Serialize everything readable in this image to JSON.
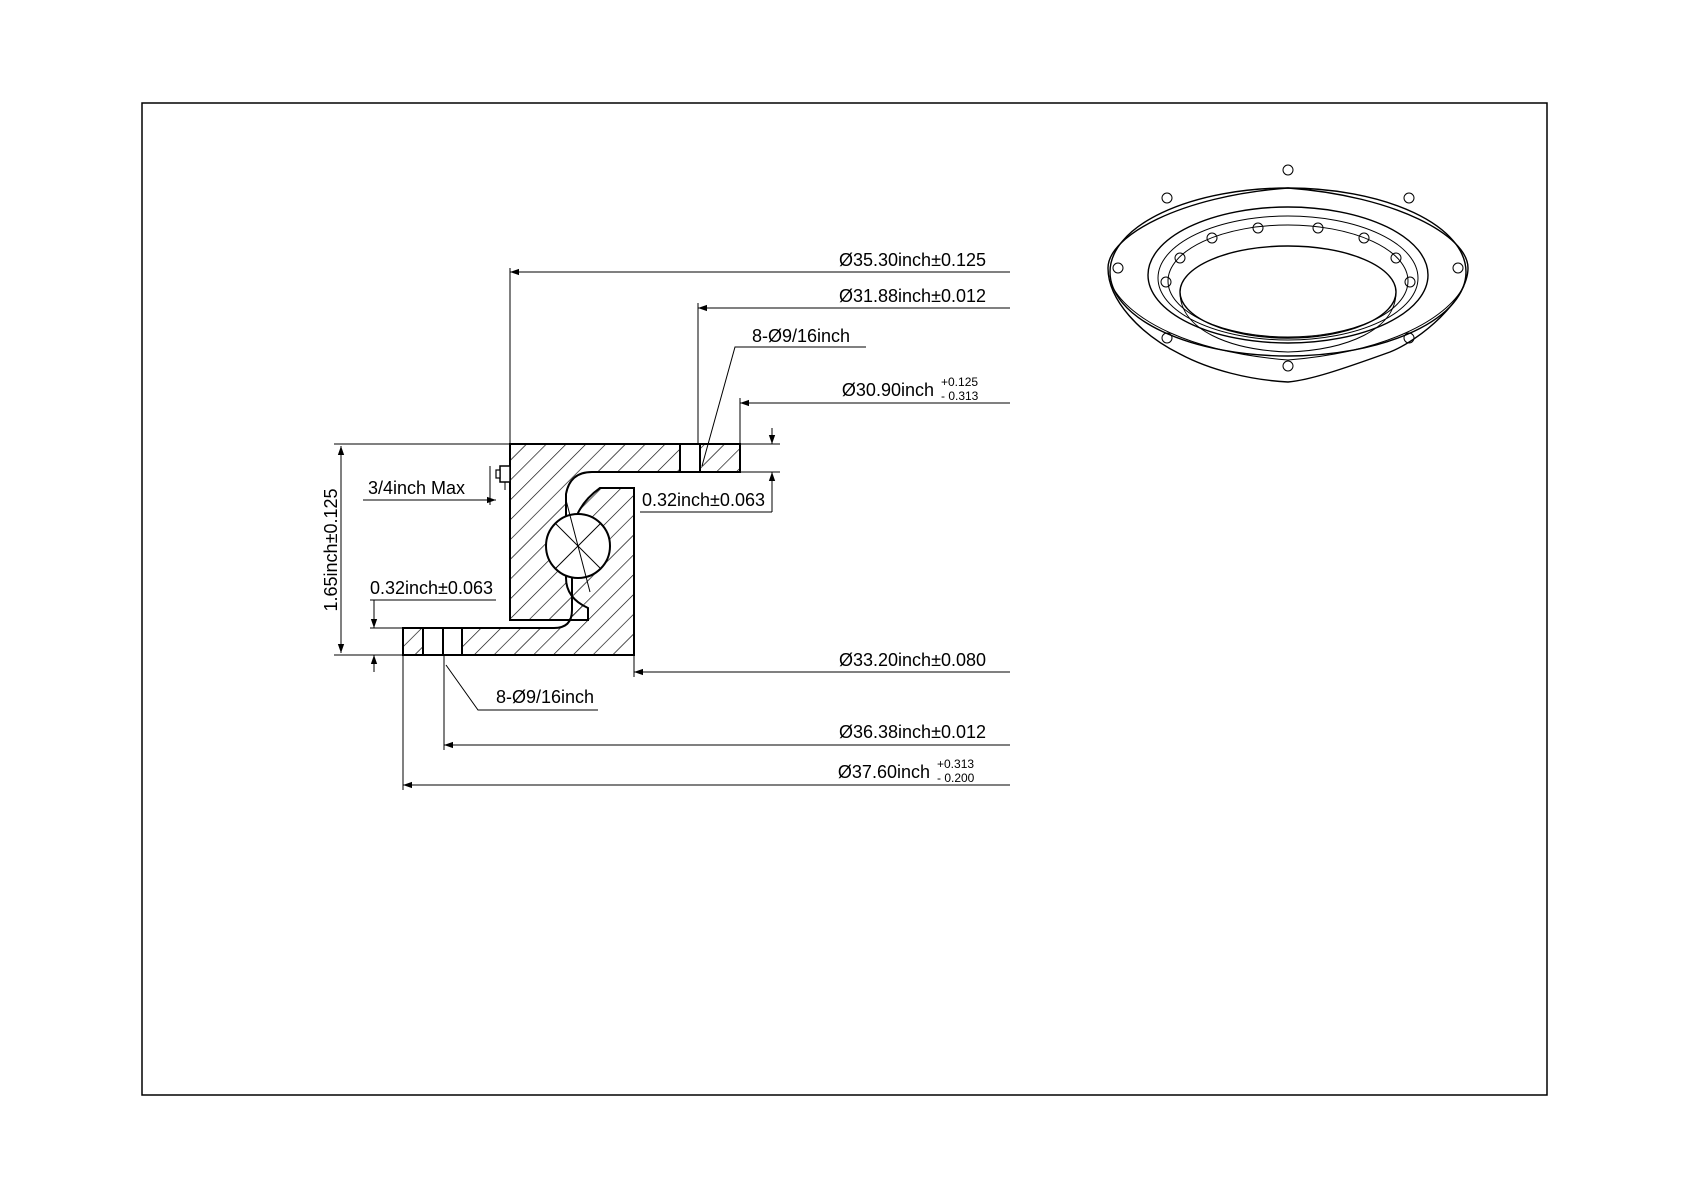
{
  "dimensions": {
    "outer_bolt_circle": "Ø35.30inch±0.125",
    "inner_ring_bolt_circle": "Ø31.88inch±0.012",
    "top_holes": "8-Ø9/16inch",
    "inner_bore": "Ø30.90inch",
    "inner_bore_tol_upper": "+0.125",
    "inner_bore_tol_lower": "- 0.313",
    "top_flange_thickness": "0.32inch±0.063",
    "height": "1.65inch±0.125",
    "grease_fitting": "3/4inch Max",
    "bottom_flange_thickness": "0.32inch±0.063",
    "ring_od": "Ø33.20inch±0.080",
    "bottom_holes": "8-Ø9/16inch",
    "outer_ring_bolt_circle": "Ø36.38inch±0.012",
    "outer_diameter": "Ø37.60inch",
    "outer_diameter_tol_upper": "+0.313",
    "outer_diameter_tol_lower": "- 0.200"
  },
  "colors": {
    "line": "#000000",
    "background": "#ffffff"
  }
}
